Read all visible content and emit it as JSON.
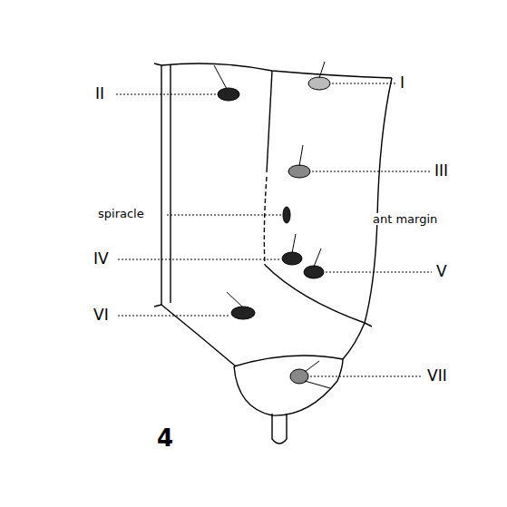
{
  "diagram": {
    "labels": [
      "II",
      "I",
      "III",
      "spiracle",
      "ant margin",
      "IV",
      "V",
      "VI",
      "VII",
      "4"
    ]
  }
}
